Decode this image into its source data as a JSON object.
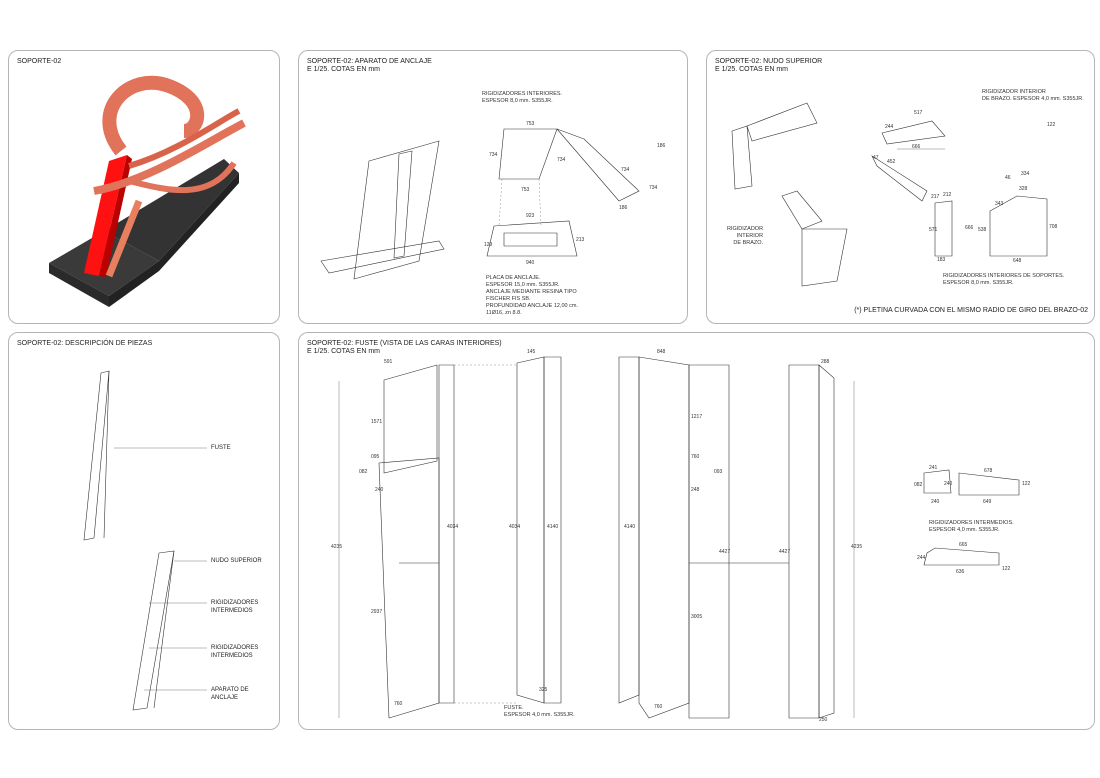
{
  "panels": {
    "p1": {
      "title": "SOPORTE-02"
    },
    "p2": {
      "title": "SOPORTE-02: APARATO DE ANCLAJE",
      "scale": "E 1/25. COTAS EN mm",
      "note_top": "RIGIDIZADORES INTERIORES.\nESPESOR 8,0 mm. S355JR.",
      "note_bottom": "PLACA DE ANCLAJE.\nESPESOR 15,0 mm. S355JR.\nANCLAJE MEDIANTE RESINA TIPO\nFISCHER FIS SB.\nPROFUNDIDAD ANCLAJE 12,00 cm.\n11Ø16, zn 8.8.",
      "dims": [
        "753",
        "734",
        "734",
        "753",
        "734",
        "186",
        "734",
        "186",
        "923",
        "129",
        "213",
        "940"
      ]
    },
    "p3": {
      "title": "SOPORTE-02: NUDO SUPERIOR",
      "scale": "E 1/25. COTAS EN mm",
      "note_top": "RIGIDIZADOR INTERIOR\nDE BRAZO. ESPESOR 4,0 mm. S355JR.",
      "label_left": "RIGIDIZADOR\nINTERIOR\nDE BRAZO.",
      "note_bottom": "RIGIDIZADORES INTERIORES DE SOPORTES.\nESPESOR 8,0 mm. S355JR.",
      "footnote": "(*) PLETINA CURVADA CON EL MISMO RADIO DE GIRO DEL BRAZO-02",
      "dims": [
        "517",
        "244",
        "122",
        "666",
        "452",
        "47",
        "217",
        "212",
        "571",
        "666",
        "183",
        "538",
        "343",
        "328",
        "334",
        "46",
        "708",
        "648"
      ]
    },
    "p4": {
      "title": "SOPORTE-02: DESCRIPCIÓN DE PIEZAS",
      "labels": [
        "FUSTE",
        "NUDO SUPERIOR",
        "RIGIDIZADORES\nINTERMEDIOS",
        "RIGIDIZADORES\nINTERMEDIOS",
        "APARATO DE\nANCLAJE"
      ]
    },
    "p5": {
      "title": "SOPORTE-02: FUSTE (VISTA DE LAS CARAS INTERIORES)",
      "scale": "E 1/25. COTAS EN mm",
      "note_fuste": "FUSTE.\nESPESOR 4,0 mm. S355JR.",
      "note_rig": "RIGIDIZADORES INTERMEDIOS.\nESPESOR 4,0 mm. S355JR.",
      "dims": [
        "591",
        "1571",
        "095",
        "082",
        "240",
        "4235",
        "2937",
        "4034",
        "4034",
        "145",
        "325",
        "4140",
        "4140",
        "848",
        "1217",
        "760",
        "093",
        "248",
        "3005",
        "4427",
        "4427",
        "288",
        "4235",
        "250",
        "760",
        "760"
      ],
      "rig_dims": [
        "241",
        "082",
        "240",
        "240",
        "678",
        "122",
        "649",
        "665",
        "244",
        "636",
        "122"
      ]
    }
  }
}
